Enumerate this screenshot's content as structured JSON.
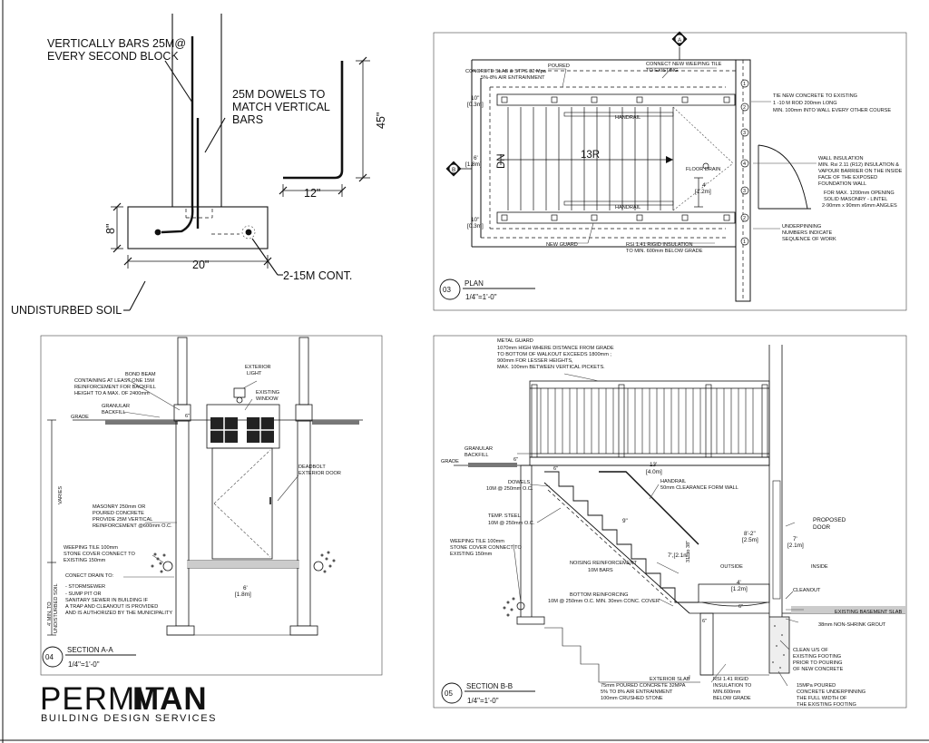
{
  "detail_footing": {
    "note_vertical_bars": [
      "VERTICALLY BARS 25M@",
      "EVERY SECOND BLOCK"
    ],
    "note_dowels": [
      "25M DOWELS TO",
      "MATCH VERTICAL",
      "BARS"
    ],
    "dim_45": "45\"",
    "dim_12": "12\"",
    "dim_8": "8\"",
    "dim_20": "20\"",
    "note_cont": "2-15M CONT.",
    "note_soil": "UNDISTURBED SOIL"
  },
  "plan": {
    "number": "03",
    "title": "PLAN",
    "scale": "1/4\"=1'-0\"",
    "section_a_tag": "A",
    "section_b_tag": "B",
    "note_poured": "POURED",
    "note_slab": [
      "CONCRETE SLAB & STPS 32 Mpa",
      "5%-8% AIR ENTRAINMENT"
    ],
    "note_weeping": [
      "CONNECT  NEW WEEPING TILE",
      "TO EXISTING"
    ],
    "note_tie": [
      "TIE NEW CONCRETE TO EXISTING",
      "1 -10 M ROD 200mm LONG",
      "MIN. 100mm INTO WALL EVERY OTHER COURSE"
    ],
    "note_wall_insulation": [
      "WALL INSULATION",
      "MIN. Rsi 2.11 (R12) INSULATION &",
      "VAPOUR BARRIER ON THE INSIDE",
      "FACE OF THE EXPOSED",
      "FOUNDATION WALL"
    ],
    "note_opening": [
      "FOR MAX. 1200mm OPENING",
      "SOLID MASONRY - LINTEL",
      "2-90mm x 90mm x6mm ANGLES"
    ],
    "note_underpinning": [
      "UNDERPINNING",
      "NUMBERS INDICATE",
      "SEQUENCE OF WORK"
    ],
    "note_new_guard": "NEW GUARD",
    "note_rsi": [
      "RSI 1.41 RIGID INSULATION",
      "TO MIN. 600mm BELOW GRADE"
    ],
    "handrail_top": "HANDRAIL",
    "handrail_bottom": "HANDRAIL",
    "risers": "13R",
    "dn": "DN",
    "floor_drain": "FLOOR DRAIN",
    "dim_4": [
      "4'",
      "[1.2m]"
    ],
    "dim_10_top": [
      "10\"",
      "[0.3m]"
    ],
    "dim_6": [
      "6'",
      "[1.8m]"
    ],
    "dim_10_bottom": [
      "10\"",
      "[0.3m]"
    ],
    "sequence_numbers": [
      "1",
      "2",
      "3",
      "4",
      "3",
      "2",
      "1"
    ]
  },
  "section_a": {
    "number": "04",
    "title": "SECTION A-A",
    "scale": "1/4\"=1'-0\"",
    "note_bond_beam": [
      "BOND BEAM",
      "CONTAINING AT LEAST ONE 15M",
      "REINFORCEMENT FOR BACKFILL",
      "HEIGHT TO A MAX. OF 2400mm"
    ],
    "note_granular": [
      "GRANULAR",
      "BACKFILL"
    ],
    "grade": "GRADE",
    "note_light": [
      "EXTERIOR",
      "LIGHT"
    ],
    "note_window": [
      "EXISTING",
      "WINDOW"
    ],
    "note_deadbolt": [
      "DEADBOLT",
      "EXTERIOR DOOR"
    ],
    "varies": "VARIES",
    "note_masonry": [
      "MASONRY 250mm OR",
      "POURED CONCRETE",
      "PROVIDE 25M VERTICAL",
      "REINFORCEMENT @600mm O.C."
    ],
    "note_weeping": [
      "WEEPING TILE 100mm",
      "STONE COVER CONNECT TO",
      "EXISTING 150mm"
    ],
    "note_drain": [
      "CONECT DRAIN TO:",
      "- STORMSEWER",
      "- SUMP PIT OR",
      "SANITARY SEWER IN BUILDING IF",
      "A TRAP AND CLEANOUT IS PROVIDED",
      "AND IS AUTHORIZED BY THE MUNICIPALITY"
    ],
    "min_undisturbed": [
      "4' MIN. TO",
      "UNDISTURBED SOIL"
    ],
    "dim_6": [
      "6'",
      "[1.8m]"
    ],
    "dim_6in": "6\""
  },
  "section_b": {
    "number": "05",
    "title": "SECTION B-B",
    "scale": "1/4\"=1'-0\"",
    "note_guard": [
      "METAL GUARD",
      "1070mm HIGH WHERE DISTANCE FROM GRADE",
      "TO BOTTOM OF WALKOUT EXCEEDS 1800mm ;",
      "900mm FOR LESSER HEIGHTS,",
      "MAX. 100mm BETWEEN VERTICAL PICKETS."
    ],
    "note_granular": [
      "GRANULAR",
      "BACKFILL"
    ],
    "grade": "GRADE",
    "dim_13": [
      "13'",
      "[4.0m]"
    ],
    "note_handrail": [
      "HANDRAIL",
      "50mm CLEARANCE FORM WALL"
    ],
    "note_dowels": [
      "DOWELS",
      "10M @ 250mm O.C."
    ],
    "note_temp_steel": [
      "TEMP. STEEL",
      "10M @ 250mm O.C."
    ],
    "note_weeping": [
      "WEEPING TILE 100mm",
      "STONE COVER CONNECT TO",
      "EXISTING 150mm"
    ],
    "note_nosing": [
      "NOISING REINFORCEMENT",
      "10M BARS"
    ],
    "note_bottom": [
      "BOTTOM REINFORCING",
      "10M @ 250mm O.C. MIN. 30mm CONC. COVER"
    ],
    "dim_9": "9\"",
    "dim_7": [
      "7'",
      "[2.1m]"
    ],
    "dim_slope": "31\" to 38\"",
    "outside": "OUTSIDE",
    "inside": "INSIDE",
    "dim_8_2": [
      "8'-2\"",
      "[2.5m]"
    ],
    "dim_4": [
      "4'",
      "[1.2m]"
    ],
    "note_proposed_door": [
      "PROPOSED",
      "DOOR"
    ],
    "note_cleanout": "CLEANOUT",
    "note_existing_slab": "EXISTING BASEMENT SLAB",
    "note_grout": "38mm NON-SHRINK GROUT",
    "note_clean": [
      "CLEAN U/S OF",
      "EXISTING FOOTING",
      "PRIOR TO POURING",
      "OF NEW CONCRETE"
    ],
    "note_poured": [
      "15MPa POURED",
      "CONCRETE UNDERPINNING",
      "THE FULL WIDTH OF",
      "THE EXISTING FOOTING"
    ],
    "note_exterior_slab": [
      "EXTERIOR SLAB",
      "75mm POURED CONCRETE 32MPA",
      "5% TO 8% AIR ENTRAINMENT",
      "100mm CRUSHED STONE"
    ],
    "note_rsi": [
      "RSI 1.41 RIGID",
      "INSULATION TO",
      "MIN.600mm",
      "BELOW GRADE"
    ],
    "dim_6a": "6\"",
    "dim_6b": "6\"",
    "dim_6c": "6\"",
    "dim_6d": "6\""
  },
  "logo": {
    "word_a": "PERMIT",
    "word_b": "MAN",
    "tagline": "BUILDING DESIGN SERVICES"
  }
}
